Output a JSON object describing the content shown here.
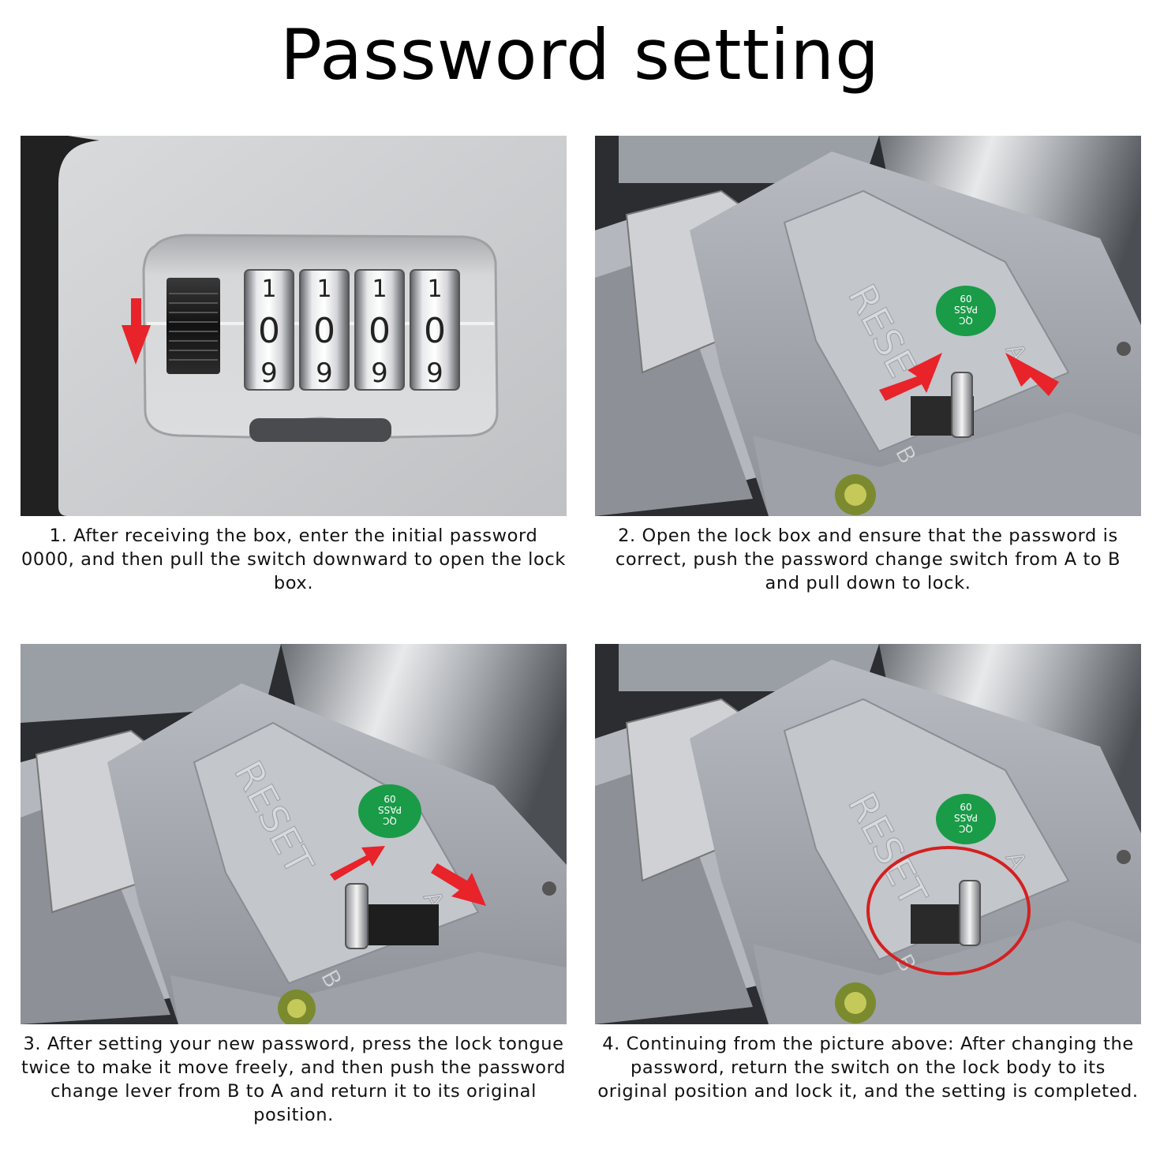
{
  "title": "Password setting",
  "steps": [
    {
      "caption": "1. After receiving the box, enter the initial password 0000, and then pull the switch downward to open the lock box."
    },
    {
      "caption": "2. Open the lock box and ensure that the password is correct, push the password change switch from A to B and pull down to lock."
    },
    {
      "caption": "3. After setting your new password, press the lock tongue twice to make it move freely, and then push the password change lever from B to A and return it to its original position."
    },
    {
      "caption": "4. Continuing from the picture above: After changing the password, return the switch on the lock body to its original position and lock it, and the setting is completed."
    }
  ],
  "dial_digits": [
    "1",
    "0",
    "9"
  ],
  "lock_labels": {
    "reset": "RESET",
    "a": "A",
    "b": "B",
    "qc_line1": "QC",
    "qc_line2": "PASS",
    "qc_line3": "09"
  },
  "colors": {
    "arrow": "#e8232a",
    "qc_badge": "#1a9b48",
    "housing": "#a6a9b0",
    "highlight_circle": "#d42020"
  },
  "icons": [
    "arrow-down-icon",
    "arrow-left-icon",
    "arrow-right-icon",
    "highlight-circle-icon"
  ]
}
